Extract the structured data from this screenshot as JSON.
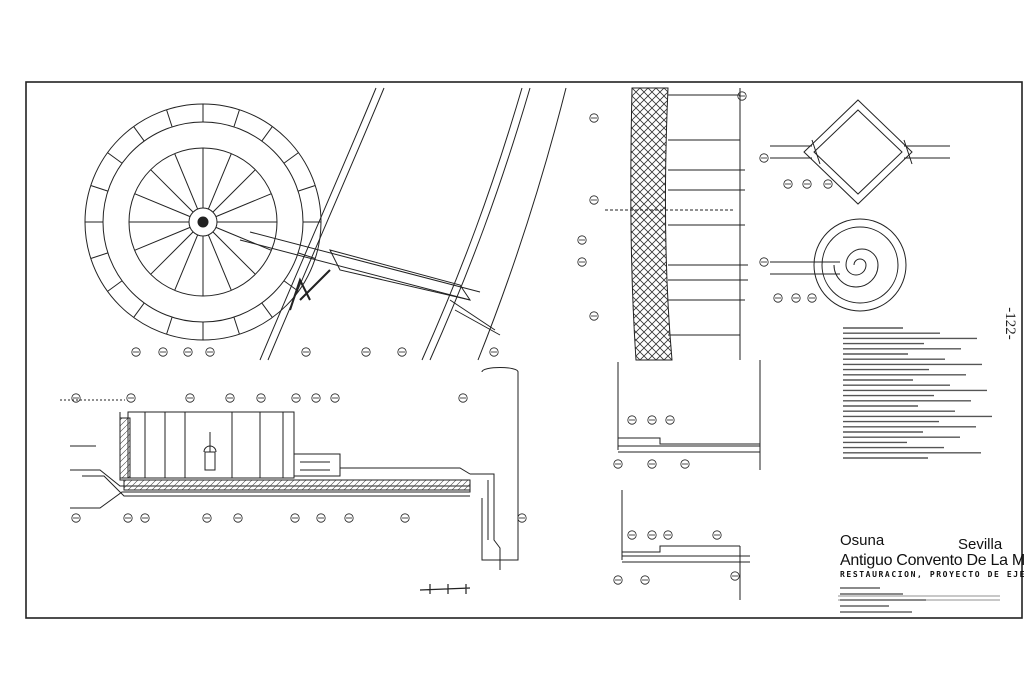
{
  "titleblock": {
    "location": "Osuna",
    "city": "Sevilla",
    "title": "Antiguo Convento De La Merced",
    "subtitle": "RESTAURACION, PROYECTO DE EJECUCION"
  },
  "page_number": "-122-",
  "colors": {
    "ink": "#1a1a1a",
    "paper": "#ffffff",
    "frame": "#222222"
  }
}
